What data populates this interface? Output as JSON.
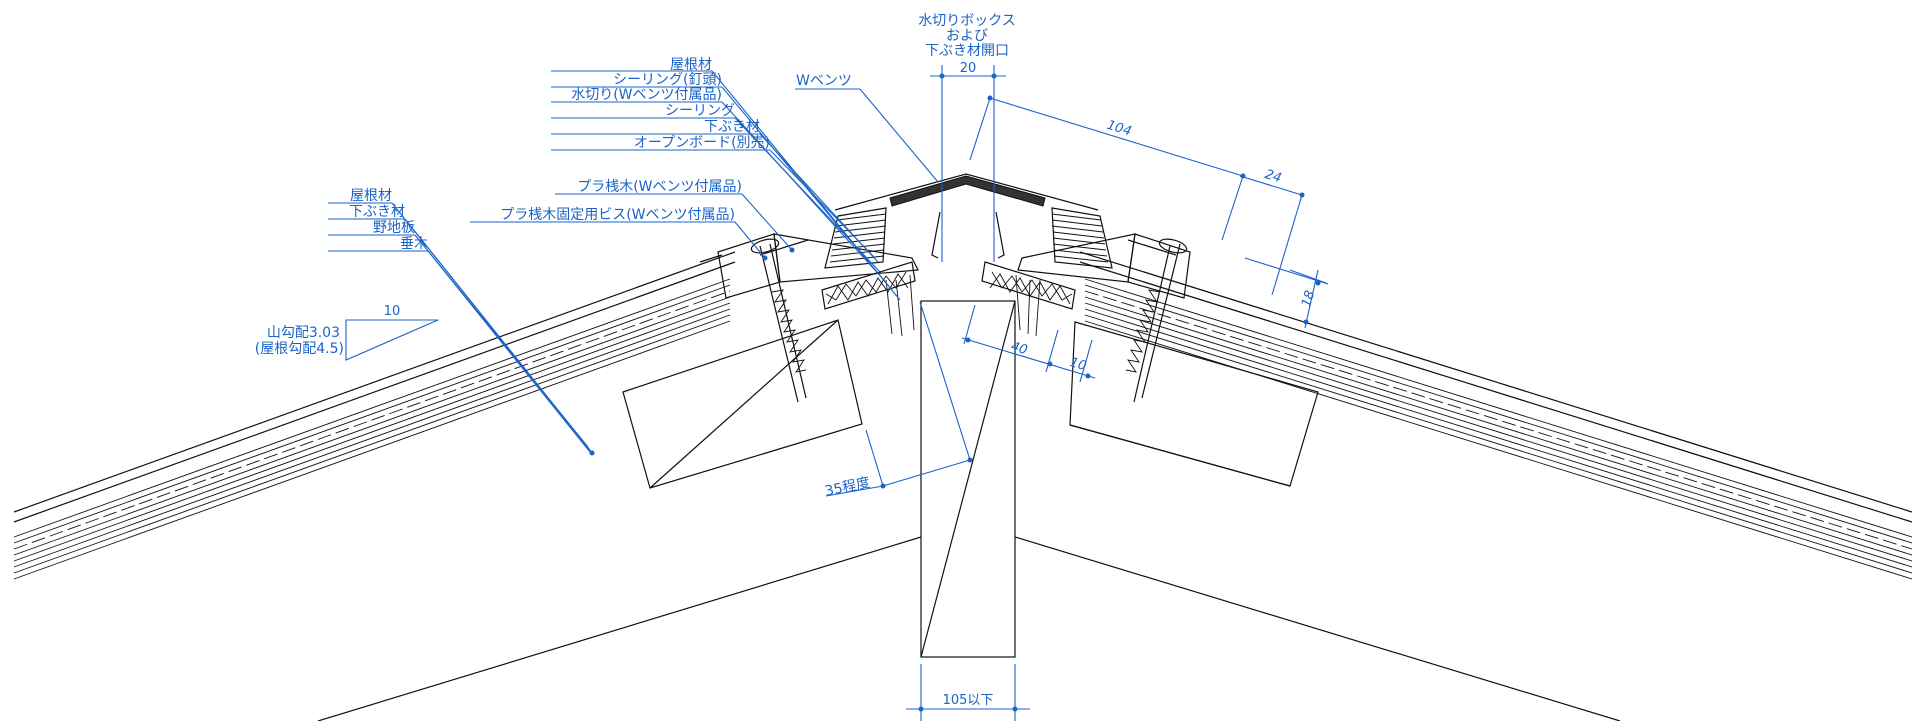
{
  "labels": {
    "box_line1": "水切りボックス",
    "box_line2": "および",
    "box_line3": "下ぶき材開口",
    "w_vents": "Wベンツ",
    "top_stack": [
      "屋根材",
      "シーリング(釘頭)",
      "水切り(Wベンツ付属品)",
      "シーリング",
      "下ぶき材",
      "オープンボード(別売)"
    ],
    "plastic_batten": "プラ桟木(Wベンツ付属品)",
    "batten_screw": "プラ桟木固定用ビス(Wベンツ付属品)",
    "left_stack": [
      "屋根材",
      "下ぶき材",
      "野地板",
      "垂木"
    ],
    "slope_line1": "山勾配3.03",
    "slope_line2": "(屋根勾配4.5)",
    "slope_run": "10",
    "approx35": "35程度"
  },
  "dimensions": {
    "opening": "20",
    "length104": "104",
    "d24": "24",
    "d18": "18",
    "d40": "40",
    "d10": "10",
    "ridge_width": "105以下"
  },
  "colors": {
    "annotation": "#1a63c8",
    "linework": "#111111"
  }
}
